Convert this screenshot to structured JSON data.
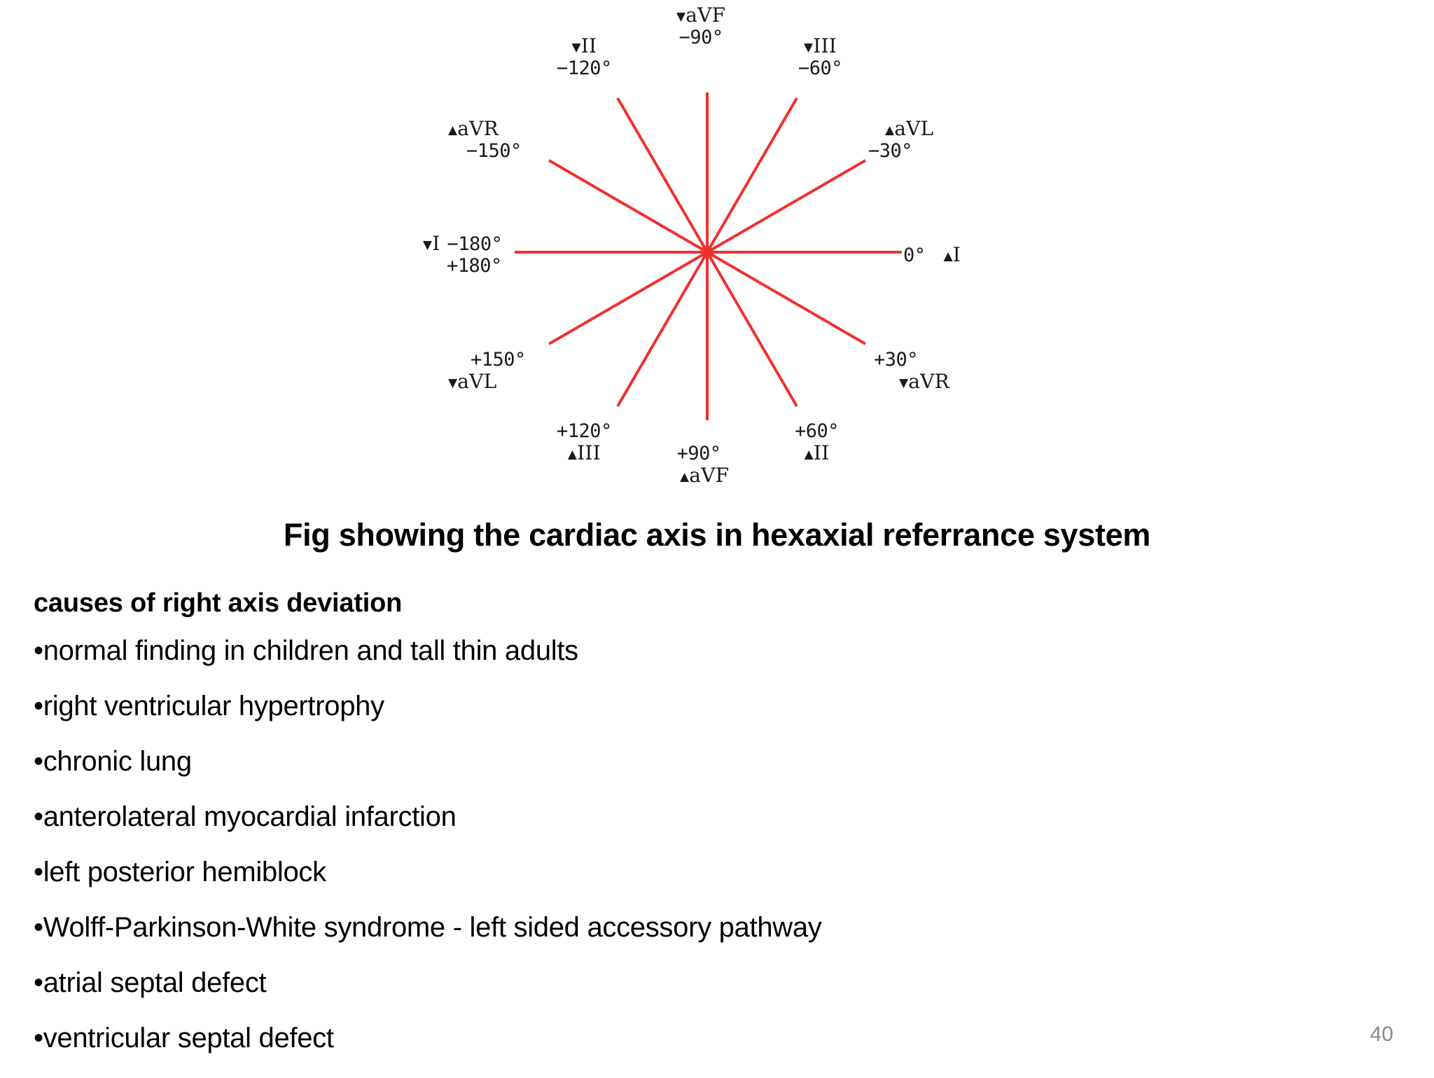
{
  "slide": {
    "caption": "Fig showing the cardiac axis in hexaxial referrance system",
    "page_number": "40",
    "page_number_color": "#8a8a8a"
  },
  "diagram": {
    "name": "hexaxial-reference-system",
    "line_color": "#f03030",
    "center_dot_color": "#f03030",
    "axis_labels": [
      {
        "id": "avf-neg90",
        "lead": "aVF",
        "marker": "▼",
        "degrees": "−90°",
        "order": "lead-first"
      },
      {
        "id": "ii-neg120",
        "lead": "II",
        "marker": "▼",
        "degrees": "−120°",
        "order": "lead-first"
      },
      {
        "id": "iii-neg60",
        "lead": "III",
        "marker": "▼",
        "degrees": "−60°",
        "order": "lead-first"
      },
      {
        "id": "avr-neg150",
        "lead": "aVR",
        "marker": "▲",
        "degrees": "−150°",
        "order": "lead-first"
      },
      {
        "id": "avl-neg30",
        "lead": "aVL",
        "marker": "▲",
        "degrees": "−30°",
        "order": "lead-first"
      },
      {
        "id": "i-neg180",
        "lead": "I",
        "marker": "▼",
        "degrees": "−180°",
        "degrees2": "+180°",
        "order": "inline"
      },
      {
        "id": "i-zero",
        "lead": "I",
        "marker": "▲",
        "degrees": "0°",
        "order": "deg-first-inline"
      },
      {
        "id": "avl-pos150",
        "lead": "aVL",
        "marker": "▼",
        "degrees": "+150°",
        "order": "deg-first"
      },
      {
        "id": "avr-pos30",
        "lead": "aVR",
        "marker": "▼",
        "degrees": "+30°",
        "order": "deg-first"
      },
      {
        "id": "iii-pos120",
        "lead": "III",
        "marker": "▲",
        "degrees": "+120°",
        "order": "deg-first"
      },
      {
        "id": "ii-pos60",
        "lead": "II",
        "marker": "▲",
        "degrees": "+60°",
        "order": "deg-first"
      },
      {
        "id": "avf-pos90",
        "lead": "aVF",
        "marker": "▲",
        "degrees": "+90°",
        "order": "deg-first"
      }
    ]
  },
  "chart_data": {
    "type": "scatter",
    "title": "Fig showing the cardiac axis in hexaxial referrance system",
    "description": "Hexaxial reference system: twelve red rays radiating from a common centre, each labelled with an ECG lead and its axis angle in degrees.",
    "axis_range_degrees": [
      -180,
      180
    ],
    "grid": false,
    "legend": "none",
    "rays": [
      {
        "angle_deg": -90,
        "label_lead": "aVF",
        "label_deg": "−90°",
        "polarity_marker": "▼"
      },
      {
        "angle_deg": -120,
        "label_lead": "II",
        "label_deg": "−120°",
        "polarity_marker": "▼"
      },
      {
        "angle_deg": -60,
        "label_lead": "III",
        "label_deg": "−60°",
        "polarity_marker": "▼"
      },
      {
        "angle_deg": -150,
        "label_lead": "aVR",
        "label_deg": "−150°",
        "polarity_marker": "▲"
      },
      {
        "angle_deg": -30,
        "label_lead": "aVL",
        "label_deg": "−30°",
        "polarity_marker": "▲"
      },
      {
        "angle_deg": 180,
        "label_lead": "I",
        "label_deg": "−180° / +180°",
        "polarity_marker": "▼"
      },
      {
        "angle_deg": 0,
        "label_lead": "I",
        "label_deg": "0°",
        "polarity_marker": "▲"
      },
      {
        "angle_deg": 150,
        "label_lead": "aVL",
        "label_deg": "+150°",
        "polarity_marker": "▼"
      },
      {
        "angle_deg": 30,
        "label_lead": "aVR",
        "label_deg": "+30°",
        "polarity_marker": "▼"
      },
      {
        "angle_deg": 120,
        "label_lead": "III",
        "label_deg": "+120°",
        "polarity_marker": "▲"
      },
      {
        "angle_deg": 60,
        "label_lead": "II",
        "label_deg": "+60°",
        "polarity_marker": "▲"
      },
      {
        "angle_deg": 90,
        "label_lead": "aVF",
        "label_deg": "+90°",
        "polarity_marker": "▲"
      }
    ]
  },
  "content": {
    "heading": "causes of right axis deviation",
    "bullet_char": "•",
    "bullets": [
      "normal finding in children and tall thin adults",
      "right ventricular hypertrophy",
      "chronic lung",
      "anterolateral myocardial infarction",
      "left posterior hemiblock",
      "Wolff-Parkinson-White syndrome - left sided accessory pathway",
      "atrial septal defect",
      "ventricular septal defect"
    ]
  }
}
